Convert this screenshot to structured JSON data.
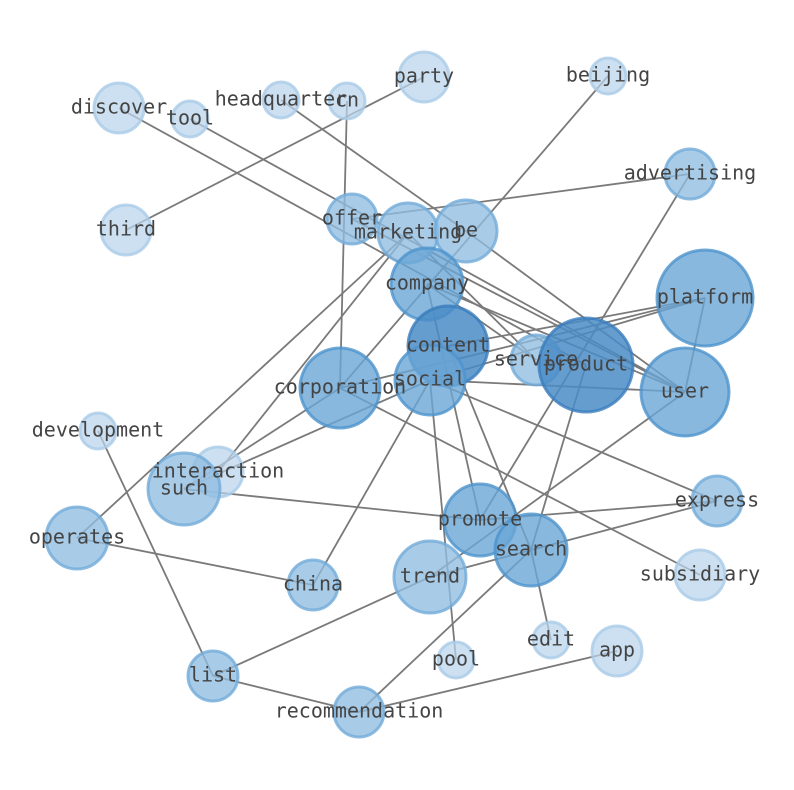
{
  "graph": {
    "colors": {
      "light": "#b9d4ec",
      "mid": "#8fbde0",
      "medium": "#6aa6d6",
      "dark": "#4a8cc7",
      "edge": "#7a7a7a"
    },
    "nodes": [
      {
        "id": "discover",
        "label": "discover",
        "weight": 1
      },
      {
        "id": "tool",
        "label": "tool",
        "weight": 1
      },
      {
        "id": "headquarter",
        "label": "headquarter",
        "weight": 1
      },
      {
        "id": "cn",
        "label": "cn",
        "weight": 1
      },
      {
        "id": "party",
        "label": "party",
        "weight": 1
      },
      {
        "id": "beijing",
        "label": "beijing",
        "weight": 1
      },
      {
        "id": "third",
        "label": "third",
        "weight": 1
      },
      {
        "id": "advertising",
        "label": "advertising",
        "weight": 2
      },
      {
        "id": "offer",
        "label": "offer",
        "weight": 2
      },
      {
        "id": "marketing",
        "label": "marketing",
        "weight": 2
      },
      {
        "id": "be",
        "label": "be",
        "weight": 2
      },
      {
        "id": "company",
        "label": "company",
        "weight": 3
      },
      {
        "id": "platform",
        "label": "platform",
        "weight": 3
      },
      {
        "id": "content",
        "label": "content",
        "weight": 4
      },
      {
        "id": "service",
        "label": "service",
        "weight": 2
      },
      {
        "id": "product",
        "label": "product",
        "weight": 4
      },
      {
        "id": "social",
        "label": "social",
        "weight": 3
      },
      {
        "id": "corporation",
        "label": "corporation",
        "weight": 3
      },
      {
        "id": "user",
        "label": "user",
        "weight": 3
      },
      {
        "id": "development",
        "label": "development",
        "weight": 1
      },
      {
        "id": "interaction",
        "label": "interaction",
        "weight": 1
      },
      {
        "id": "such",
        "label": "such",
        "weight": 2
      },
      {
        "id": "express",
        "label": "express",
        "weight": 2
      },
      {
        "id": "operates",
        "label": "operates",
        "weight": 2
      },
      {
        "id": "promote",
        "label": "promote",
        "weight": 3
      },
      {
        "id": "search",
        "label": "search",
        "weight": 3
      },
      {
        "id": "subsidiary",
        "label": "subsidiary",
        "weight": 1
      },
      {
        "id": "trend",
        "label": "trend",
        "weight": 2
      },
      {
        "id": "china",
        "label": "china",
        "weight": 2
      },
      {
        "id": "edit",
        "label": "edit",
        "weight": 1
      },
      {
        "id": "app",
        "label": "app",
        "weight": 1
      },
      {
        "id": "pool",
        "label": "pool",
        "weight": 1
      },
      {
        "id": "list",
        "label": "list",
        "weight": 2
      },
      {
        "id": "recommendation",
        "label": "recommendation",
        "weight": 2
      }
    ],
    "edges": [
      [
        "discover",
        "product"
      ],
      [
        "tool",
        "user"
      ],
      [
        "headquarter",
        "be"
      ],
      [
        "cn",
        "corporation"
      ],
      [
        "party",
        "third"
      ],
      [
        "beijing",
        "corporation"
      ],
      [
        "advertising",
        "offer"
      ],
      [
        "advertising",
        "promote"
      ],
      [
        "marketing",
        "interaction"
      ],
      [
        "marketing",
        "service"
      ],
      [
        "be",
        "user"
      ],
      [
        "offer",
        "user"
      ],
      [
        "company",
        "user"
      ],
      [
        "company",
        "service"
      ],
      [
        "content",
        "platform"
      ],
      [
        "content",
        "search"
      ],
      [
        "social",
        "platform"
      ],
      [
        "social",
        "user"
      ],
      [
        "social",
        "such"
      ],
      [
        "social",
        "china"
      ],
      [
        "social",
        "express"
      ],
      [
        "social",
        "pool"
      ],
      [
        "corporation",
        "platform"
      ],
      [
        "corporation",
        "subsidiary"
      ],
      [
        "corporation",
        "such"
      ],
      [
        "product",
        "search"
      ],
      [
        "platform",
        "user"
      ],
      [
        "promote",
        "express"
      ],
      [
        "search",
        "express"
      ],
      [
        "such",
        "promote"
      ],
      [
        "operates",
        "marketing"
      ],
      [
        "operates",
        "china"
      ],
      [
        "search",
        "edit"
      ],
      [
        "search",
        "recommendation"
      ],
      [
        "trend",
        "list"
      ],
      [
        "trend",
        "search"
      ],
      [
        "development",
        "list"
      ],
      [
        "list",
        "recommendation"
      ],
      [
        "recommendation",
        "app"
      ],
      [
        "promote",
        "company"
      ],
      [
        "user",
        "trend"
      ]
    ]
  }
}
